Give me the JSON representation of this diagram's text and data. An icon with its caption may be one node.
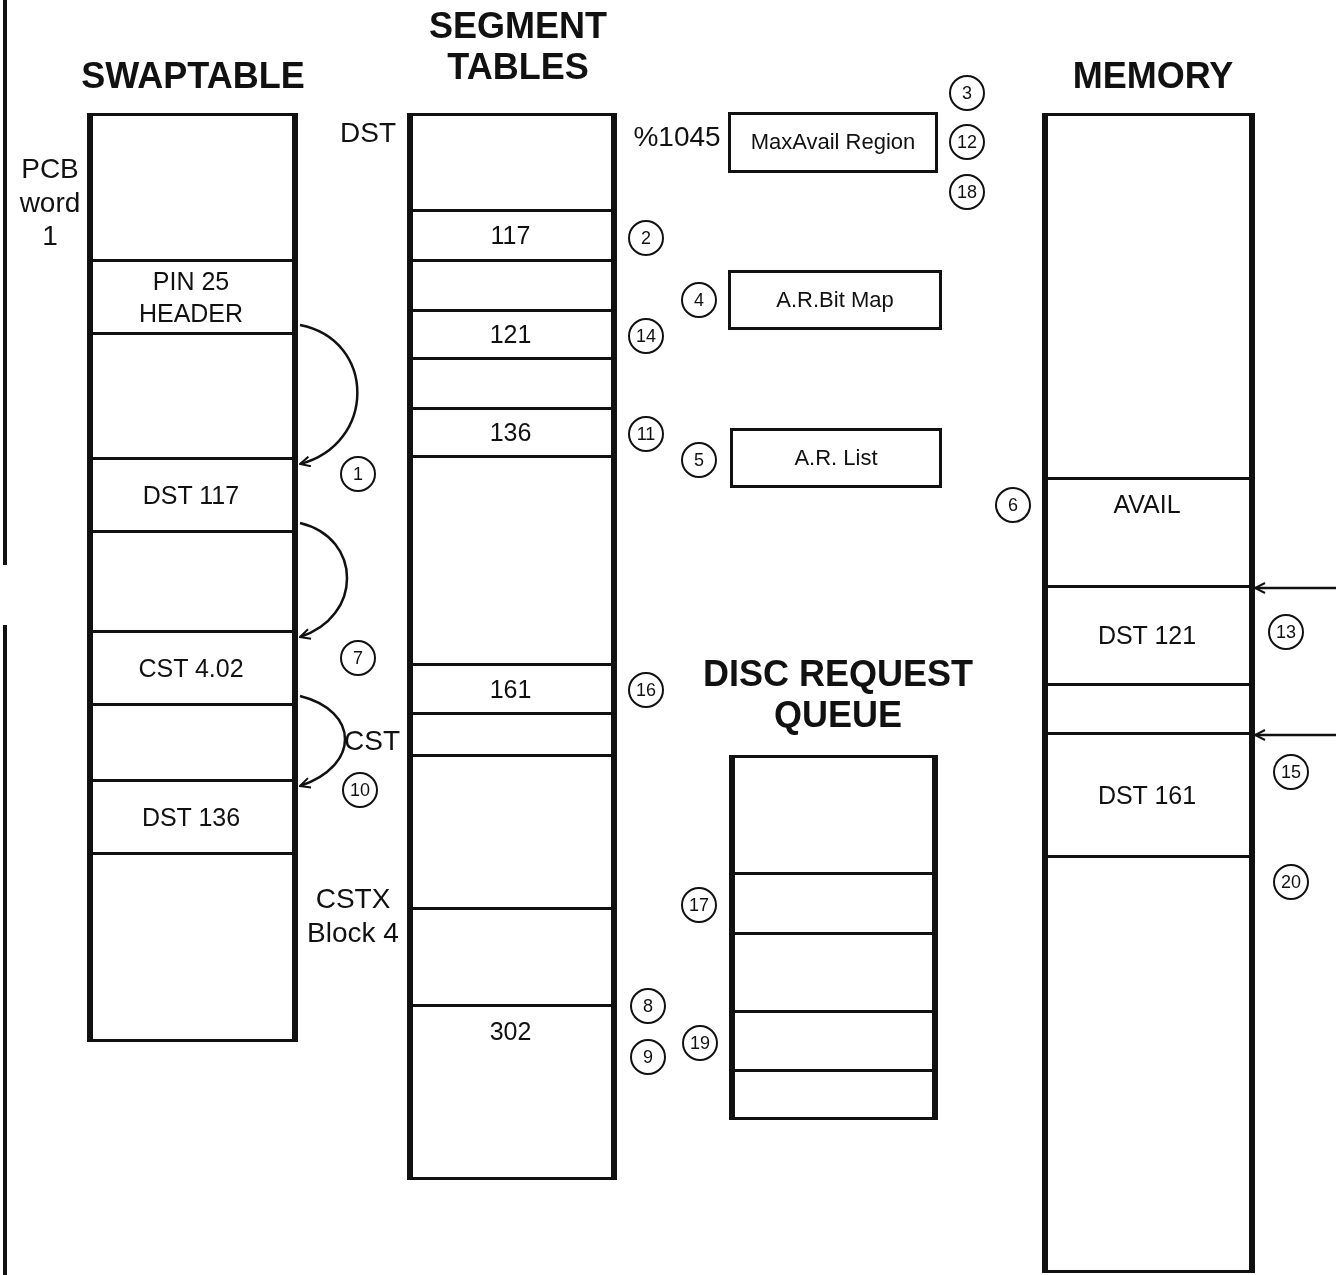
{
  "diagram": {
    "nodes": [
      {
        "text": [
          "SWAPTABLE"
        ]
      },
      {
        "text": [],
        "shape": "box",
        "in": 0,
        "beside": [
          "PCB word 1"
        ]
      },
      {
        "text": [
          "PIN 25 HEADER"
        ],
        "in": 0
      },
      {
        "text": [],
        "shape": "box",
        "in": 0
      },
      {
        "text": [
          "DST 117"
        ],
        "in": 0
      },
      {
        "text": [],
        "shape": "box",
        "in": 0
      },
      {
        "text": [
          "CST 4.02"
        ],
        "in": 0
      },
      {
        "text": [],
        "shape": "box",
        "in": 0
      },
      {
        "text": [
          "DST 136"
        ],
        "in": 0
      },
      {
        "text": [],
        "shape": "box",
        "in": 0
      },
      {
        "text": [
          "SEGMENT TABLES"
        ]
      },
      {
        "text": [],
        "shape": "box",
        "in": 10,
        "beside": [
          "DST"
        ]
      },
      {
        "text": [
          "117"
        ],
        "in": 10
      },
      {
        "text": [],
        "shape": "box",
        "in": 10
      },
      {
        "text": [
          "121"
        ],
        "in": 10
      },
      {
        "text": [],
        "shape": "box",
        "in": 10
      },
      {
        "text": [
          "136"
        ],
        "in": 10
      },
      {
        "text": [],
        "shape": "box",
        "in": 10
      },
      {
        "text": [
          "161"
        ],
        "in": 10
      },
      {
        "text": [],
        "shape": "box",
        "in": 10,
        "beside": [
          "CST"
        ]
      },
      {
        "text": [],
        "shape": "box",
        "in": 10
      },
      {
        "text": [],
        "shape": "box",
        "in": 10,
        "beside": [
          "CSTX Block 4"
        ]
      },
      {
        "text": [
          "302"
        ],
        "in": 10
      },
      {
        "text": [
          "MaxAvail Region"
        ],
        "beside": [
          "%1045"
        ]
      },
      {
        "text": [
          "A.R.Bit Map"
        ]
      },
      {
        "text": [
          "A.R. List"
        ]
      },
      {
        "text": [
          "DISC REQUEST QUEUE"
        ]
      },
      {
        "text": [],
        "shape": "box",
        "in": 26
      },
      {
        "text": [],
        "shape": "box",
        "in": 26
      },
      {
        "text": [],
        "shape": "box",
        "in": 26
      },
      {
        "text": [],
        "shape": "box",
        "in": 26
      },
      {
        "text": [],
        "shape": "box",
        "in": 26
      },
      {
        "text": [
          "MEMORY"
        ]
      },
      {
        "text": [],
        "shape": "box",
        "in": 32
      },
      {
        "text": [
          "AVAIL"
        ],
        "in": 32
      },
      {
        "text": [
          "DST 121"
        ],
        "in": 32
      },
      {
        "text": [],
        "shape": "box",
        "in": 32
      },
      {
        "text": [
          "DST 161"
        ],
        "in": 32
      },
      {
        "text": [],
        "shape": "box",
        "in": 32
      }
    ],
    "edges": [
      {
        "from": 2,
        "to": 4,
        "arrow": "to"
      },
      {
        "from": 4,
        "to": 6,
        "arrow": "to"
      },
      {
        "from": 6,
        "to": 8,
        "arrow": "to"
      },
      {
        "from": null,
        "to": 35,
        "arrow": "to"
      },
      {
        "from": null,
        "to": 37,
        "arrow": "to"
      }
    ],
    "labels": [
      "3",
      "12",
      "18",
      "2",
      "4",
      "14",
      "11",
      "5",
      "1",
      "6",
      "13",
      "7",
      "16",
      "15",
      "10",
      "20",
      "17",
      "8",
      "19",
      "9"
    ]
  }
}
